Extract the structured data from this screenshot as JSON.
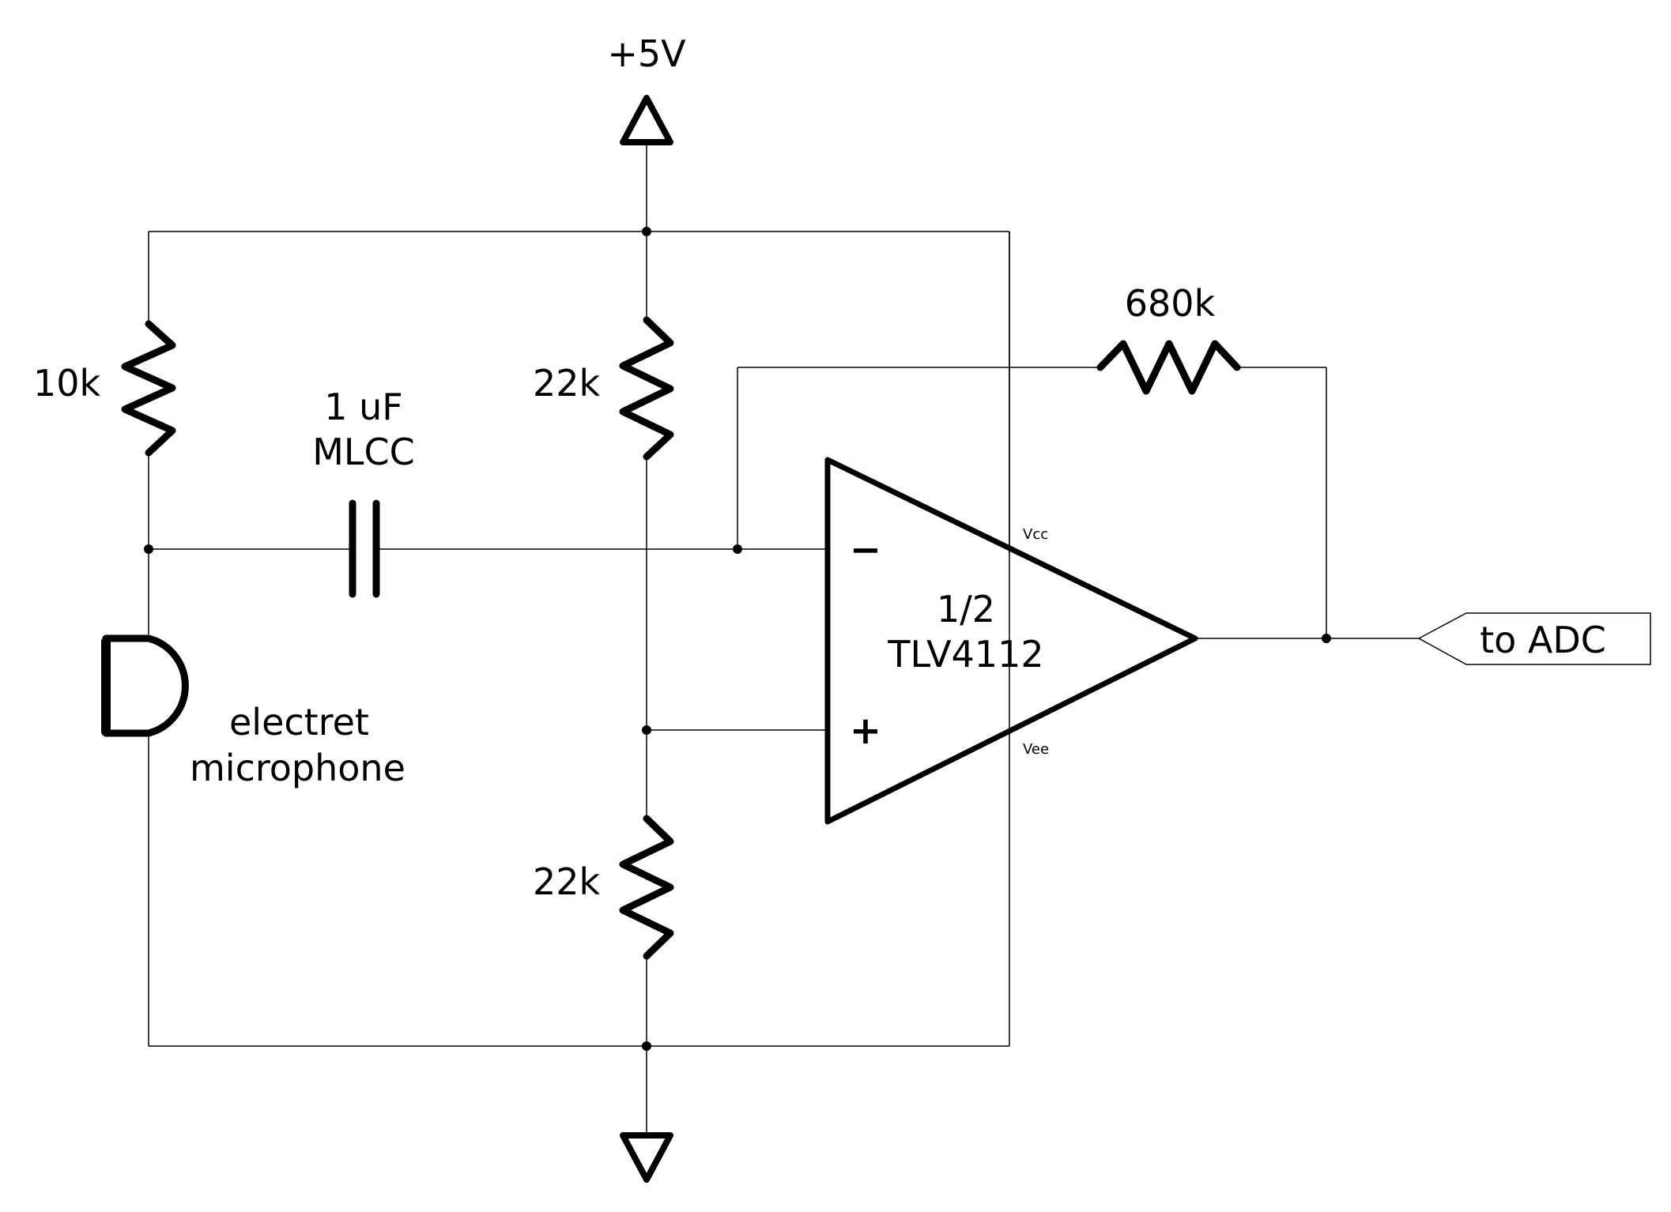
{
  "supply": {
    "vplus_label": "+5V"
  },
  "components": {
    "r_mic_bias": {
      "value": "10k"
    },
    "coupling_cap": {
      "value": "1 uF",
      "type": "MLCC"
    },
    "r_divider_top": {
      "value": "22k"
    },
    "r_divider_bottom": {
      "value": "22k"
    },
    "r_feedback": {
      "value": "680k"
    },
    "microphone": {
      "line1": "electret",
      "line2": "microphone"
    },
    "opamp": {
      "line1": "1/2",
      "line2": "TLV4112",
      "inv": "−",
      "noninv": "+",
      "vcc": "Vcc",
      "vee": "Vee"
    }
  },
  "output": {
    "label": "to ADC"
  }
}
